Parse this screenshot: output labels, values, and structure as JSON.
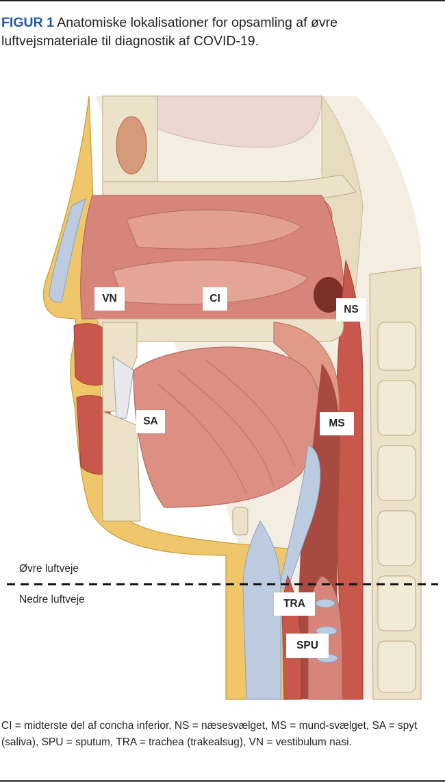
{
  "figure": {
    "label": "FIGUR 1",
    "caption": "Anatomiske lokalisationer for opsamling af øvre luftvejsmateriale til diagnostik af COVID-19.",
    "label_color": "#1f5aa6"
  },
  "markers": {
    "vn": "VN",
    "ci": "CI",
    "ns": "NS",
    "sa": "SA",
    "ms": "MS",
    "tra": "TRA",
    "spu": "SPU"
  },
  "zones": {
    "upper": "Øvre luftveje",
    "lower": "Nedre luftveje"
  },
  "footnote": "CI = midterste del af concha inferior, NS = næsesvælget, MS = mund-svælget, SA = spyt (saliva), SPU = sputum, TRA = trachea (trakealsug), VN = vestibulum nasi.",
  "colors": {
    "skin": "#f0c66b",
    "tissue": "#d7857a",
    "muscle": "#c8584b",
    "bone": "#ece2c9",
    "cartilage": "#bccbe0",
    "dark_cavity": "#7b2f27"
  }
}
